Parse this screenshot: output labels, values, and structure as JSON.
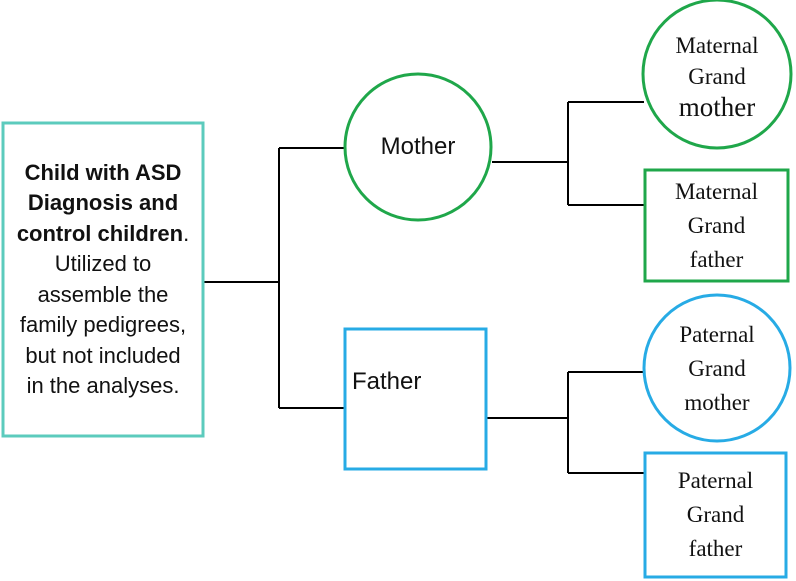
{
  "colors": {
    "teal": "#5ccbbd",
    "green": "#1fa74a",
    "blue": "#27abe5",
    "line": "#000000"
  },
  "child": {
    "bold_line1": "Child with ASD",
    "bold_line2": "Diagnosis and",
    "bold_line3": "control children",
    "period": ".",
    "line4": "Utilized to",
    "line5": "assemble the",
    "line6": "family pedigrees,",
    "line7": "but not included",
    "line8": "in the analyses."
  },
  "mother": {
    "label": "Mother"
  },
  "father": {
    "label": "Father"
  },
  "maternal_grandmother": {
    "line1": "Maternal",
    "line2": "Grand",
    "line3": "mother"
  },
  "maternal_grandfather": {
    "line1": "Maternal",
    "line2": "Grand",
    "line3": "father"
  },
  "paternal_grandmother": {
    "line1": "Paternal",
    "line2": "Grand",
    "line3": "mother"
  },
  "paternal_grandfather": {
    "line1": "Paternal",
    "line2": "Grand",
    "line3": "father"
  }
}
